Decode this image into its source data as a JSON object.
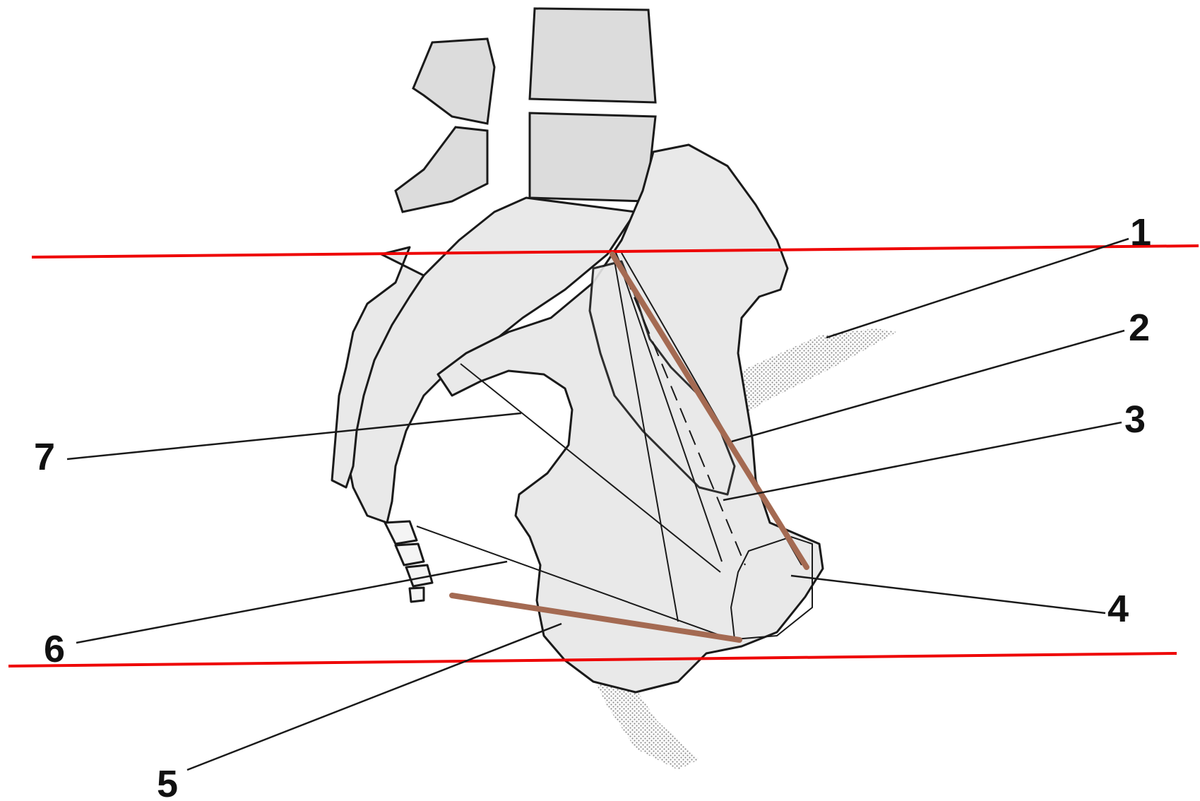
{
  "diagram": {
    "callouts": [
      {
        "id": "1",
        "label": "1"
      },
      {
        "id": "2",
        "label": "2"
      },
      {
        "id": "3",
        "label": "3"
      },
      {
        "id": "4",
        "label": "4"
      },
      {
        "id": "5",
        "label": "5"
      },
      {
        "id": "6",
        "label": "6"
      },
      {
        "id": "7",
        "label": "7"
      }
    ],
    "colors": {
      "reference_lines": "#ee0000",
      "diameter_lines": "#a46a52",
      "bone_outline": "#1a1a1a",
      "bone_fill": "#e9e9e9",
      "pelvic_axis_stipple": "#9a9a9a"
    }
  }
}
